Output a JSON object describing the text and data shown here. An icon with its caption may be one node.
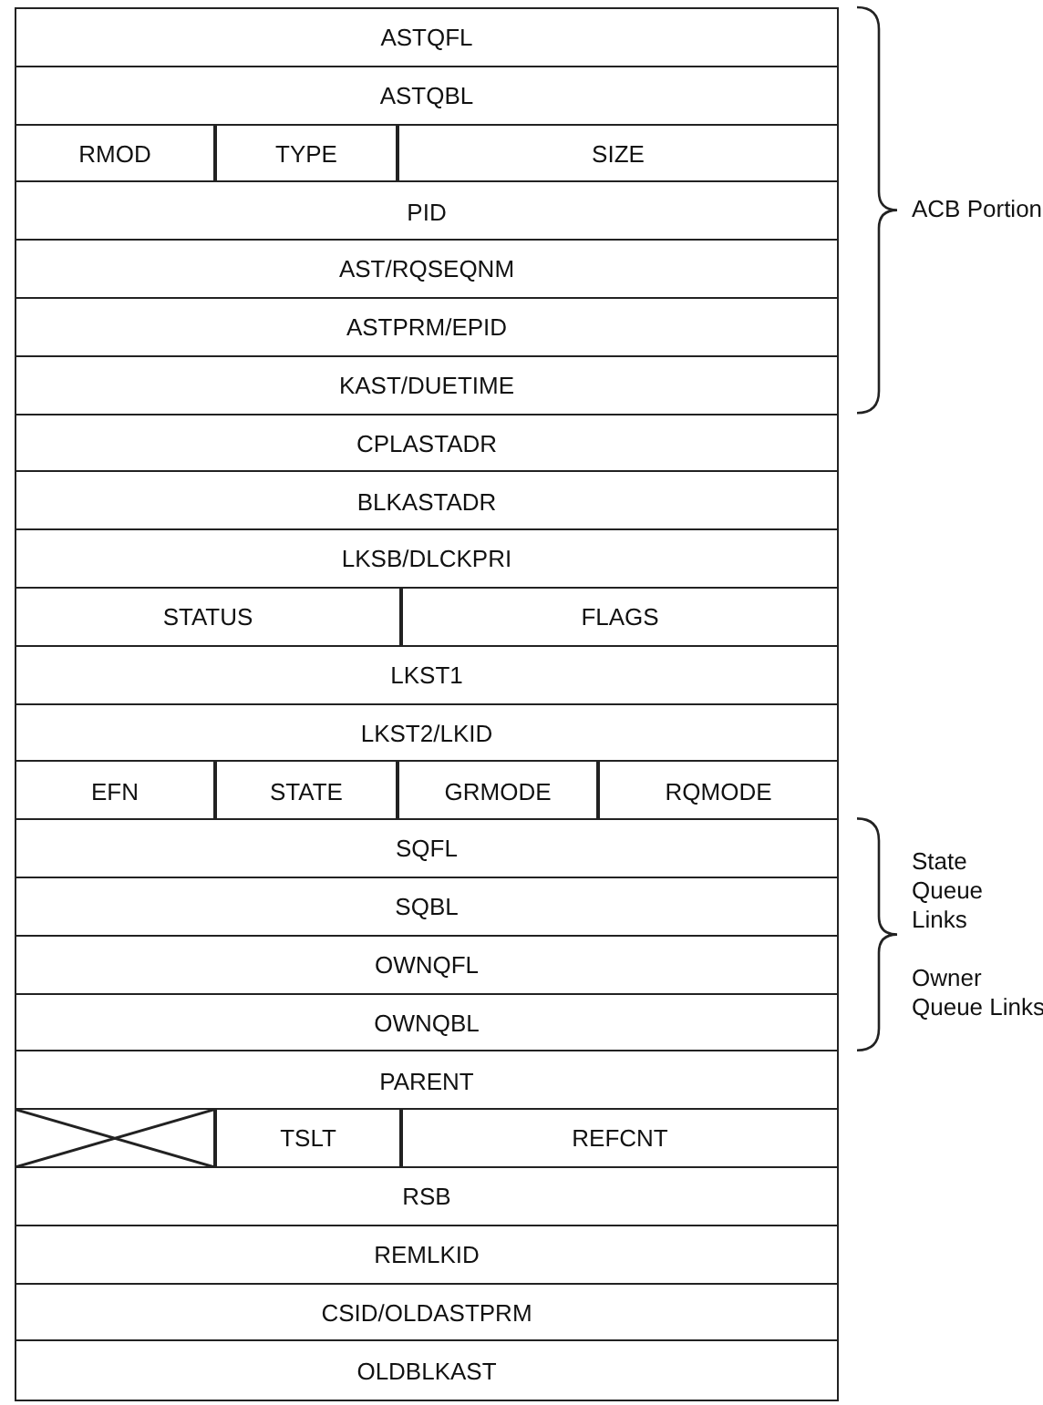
{
  "diagram": {
    "nodes": [
      {
        "text": [
          "ASTQFL"
        ]
      },
      {
        "text": [
          "ASTQBL"
        ]
      },
      {
        "text": [
          "RMOD"
        ]
      },
      {
        "text": [
          "TYPE"
        ]
      },
      {
        "text": [
          "SIZE"
        ]
      },
      {
        "text": [
          "PID"
        ]
      },
      {
        "text": [
          "AST/RQSEQNM"
        ]
      },
      {
        "text": [
          "ASTPRM/EPID"
        ]
      },
      {
        "text": [
          "KAST/DUETIME"
        ]
      },
      {
        "text": [
          "CPLASTADR"
        ]
      },
      {
        "text": [
          "BLKASTADR"
        ]
      },
      {
        "text": [
          "LKSB/DLCKPRI"
        ]
      },
      {
        "text": [
          "STATUS"
        ]
      },
      {
        "text": [
          "FLAGS"
        ]
      },
      {
        "text": [
          "LKST1"
        ]
      },
      {
        "text": [
          "LKST2/LKID"
        ]
      },
      {
        "text": [
          "EFN"
        ]
      },
      {
        "text": [
          "STATE"
        ]
      },
      {
        "text": [
          "GRMODE"
        ]
      },
      {
        "text": [
          "RQMODE"
        ]
      },
      {
        "text": [
          "SQFL"
        ]
      },
      {
        "text": [
          "SQBL"
        ]
      },
      {
        "text": [
          "OWNQFL"
        ]
      },
      {
        "text": [
          "OWNQBL"
        ]
      },
      {
        "text": [
          "PARENT"
        ]
      },
      {
        "text": [],
        "shape": "box"
      },
      {
        "text": [
          "TSLT"
        ]
      },
      {
        "text": [
          "REFCNT"
        ]
      },
      {
        "text": [
          "RSB"
        ]
      },
      {
        "text": [
          "REMLKID"
        ]
      },
      {
        "text": [
          "CSID/OLDASTPRM"
        ]
      },
      {
        "text": [
          "OLDBLKAST"
        ]
      }
    ],
    "labels": [
      "ACB Portion",
      "State Queue Links",
      "Owner Queue Links"
    ]
  }
}
